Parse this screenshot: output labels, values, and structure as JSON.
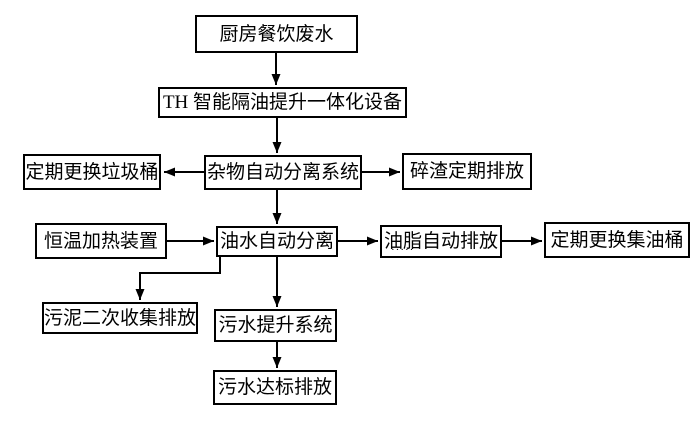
{
  "diagram": {
    "background": "#ffffff",
    "line_color": "#000000",
    "nodes": {
      "kitchen_wastewater": {
        "label": "厨房餐饮废水"
      },
      "th_integrated_unit": {
        "label": "TH 智能隔油提升一体化设备"
      },
      "debris_separation_system": {
        "label": "杂物自动分离系统"
      },
      "replace_trash_bin": {
        "label": "定期更换垃圾桶"
      },
      "residue_periodic_discharge": {
        "label": "碎渣定期排放"
      },
      "constant_temp_heater": {
        "label": "恒温加热装置"
      },
      "oil_water_separation": {
        "label": "油水自动分离"
      },
      "grease_auto_discharge": {
        "label": "油脂自动排放",
        "underline_dots": "·····"
      },
      "replace_oil_bucket": {
        "label": "定期更换集油桶"
      },
      "sludge_secondary_collection": {
        "label": "污泥二次收集排放"
      },
      "sewage_lift_system": {
        "label": "污水提升系统"
      },
      "sewage_standard_discharge": {
        "label": "污水达标排放"
      }
    },
    "edges": [
      {
        "from": "kitchen_wastewater",
        "to": "th_integrated_unit",
        "direction": "down"
      },
      {
        "from": "th_integrated_unit",
        "to": "debris_separation_system",
        "direction": "down"
      },
      {
        "from": "debris_separation_system",
        "to": "replace_trash_bin",
        "direction": "left"
      },
      {
        "from": "debris_separation_system",
        "to": "residue_periodic_discharge",
        "direction": "right"
      },
      {
        "from": "debris_separation_system",
        "to": "oil_water_separation",
        "direction": "down"
      },
      {
        "from": "constant_temp_heater",
        "to": "oil_water_separation",
        "direction": "right"
      },
      {
        "from": "oil_water_separation",
        "to": "grease_auto_discharge",
        "direction": "right"
      },
      {
        "from": "grease_auto_discharge",
        "to": "replace_oil_bucket",
        "direction": "right"
      },
      {
        "from": "oil_water_separation",
        "to": "sludge_secondary_collection",
        "direction": "down-left-elbow"
      },
      {
        "from": "oil_water_separation",
        "to": "sewage_lift_system",
        "direction": "down"
      },
      {
        "from": "sewage_lift_system",
        "to": "sewage_standard_discharge",
        "direction": "down"
      }
    ]
  }
}
